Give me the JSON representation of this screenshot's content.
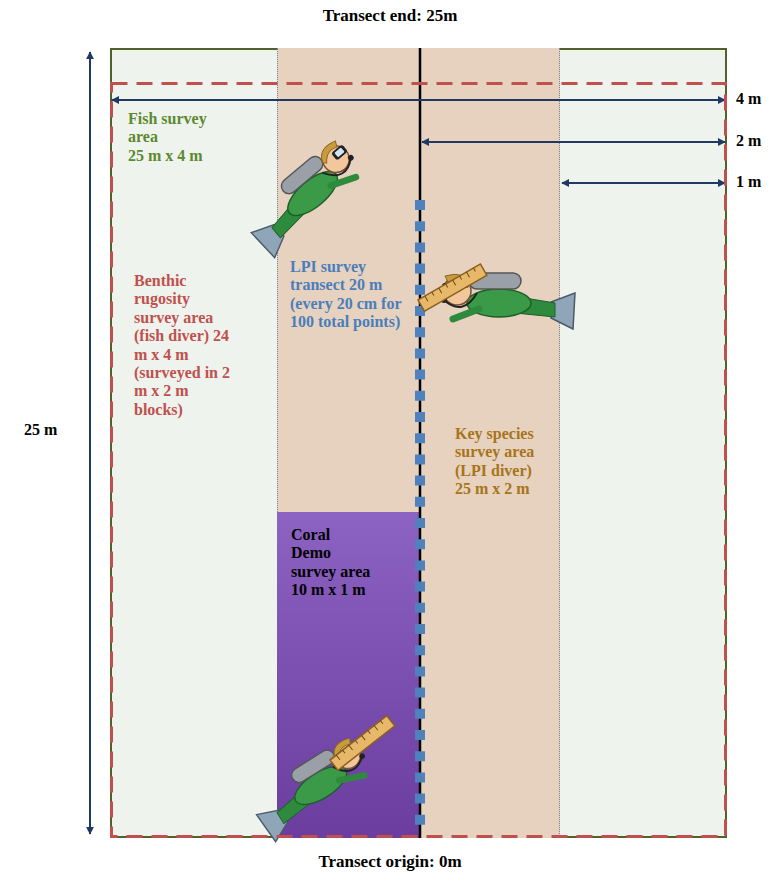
{
  "diagram": {
    "nodes": [
      {
        "text": [
          "Fish survey area",
          "25 m x 4 m"
        ]
      },
      {
        "text": [
          "Benthic rugosity survey area (fish diver) 24 m x 4 m (surveyed in 2 m x 2 m blocks)"
        ],
        "in": 0
      },
      {
        "text": [
          "Key species survey area (LPI diver) 25 m x 2 m"
        ],
        "in": 0
      },
      {
        "text": [
          "Coral Demo survey area 10 m x 1 m"
        ],
        "in": 2
      }
    ],
    "labels": [
      "Transect end: 25m",
      "4 m",
      "2 m",
      "1 m",
      "LPI survey transect 20 m (every 20 cm for 100 total points)",
      "25 m",
      "Transect origin: 0m"
    ]
  }
}
